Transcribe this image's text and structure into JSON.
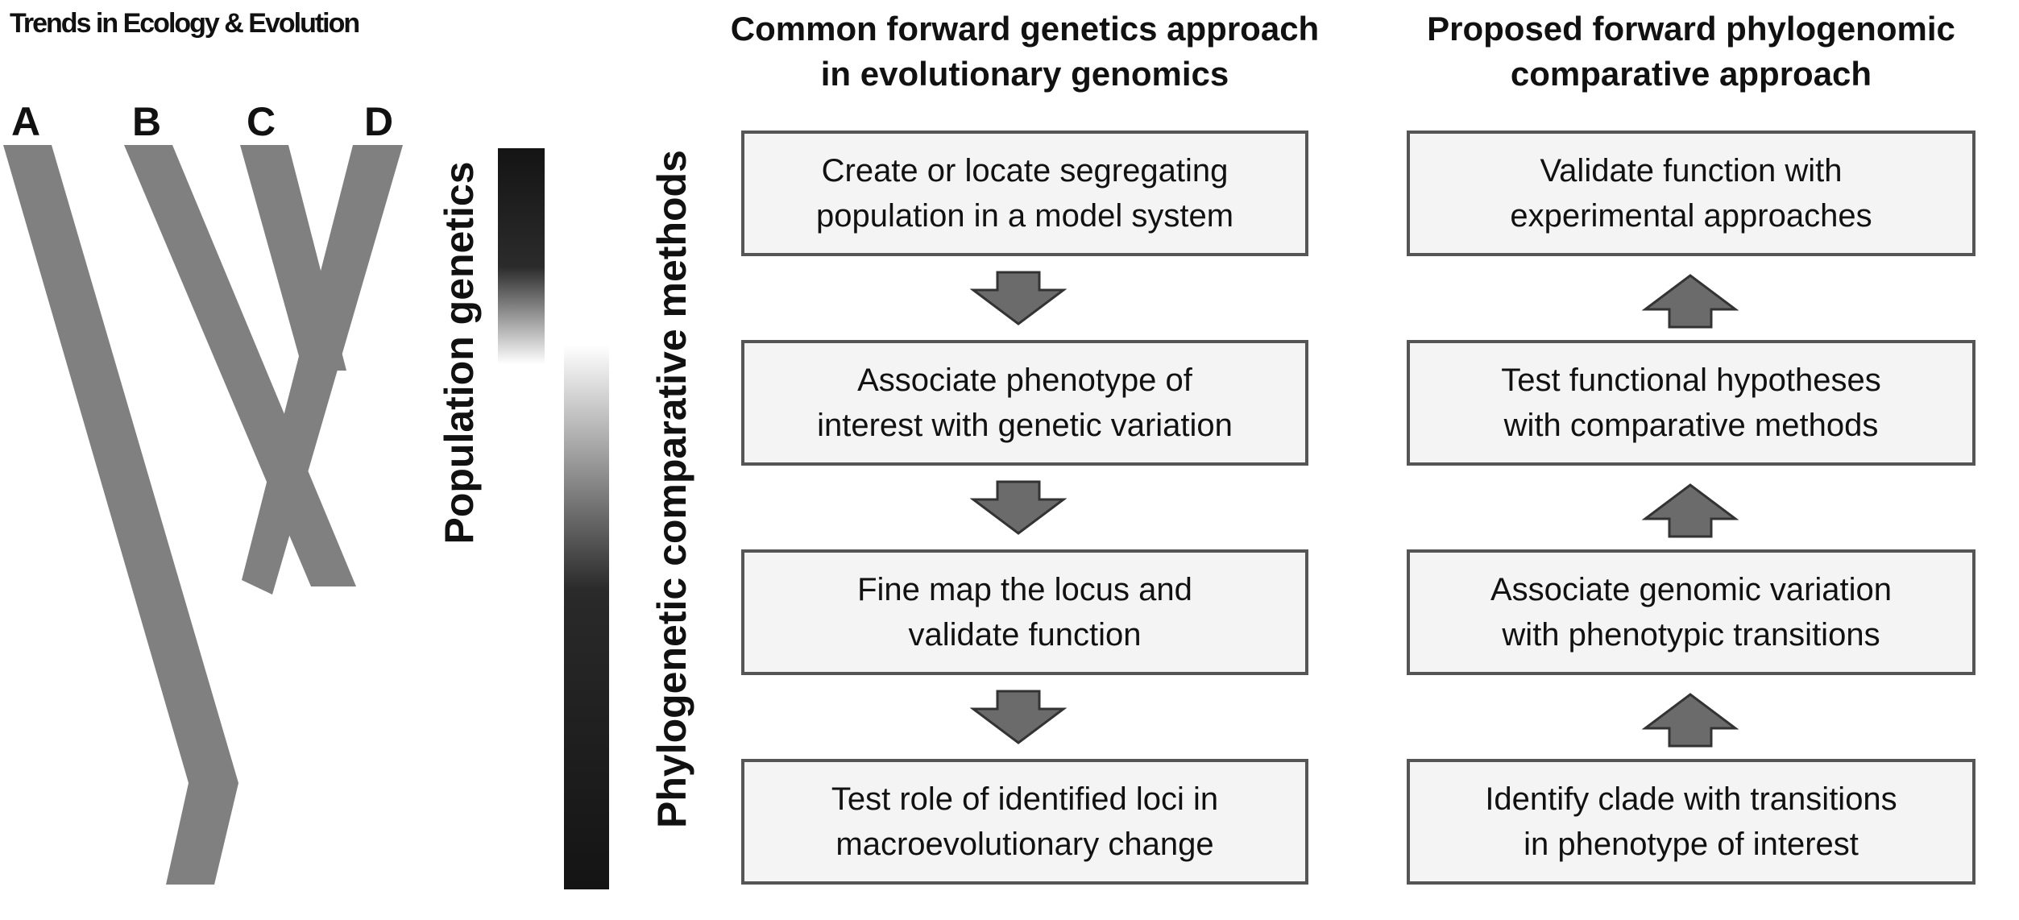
{
  "journal": "Trends in Ecology & Evolution",
  "tree": {
    "tips": [
      "A",
      "B",
      "C",
      "D"
    ],
    "branch_color": "#808080"
  },
  "bars": {
    "population_genetics": "Population genetics",
    "phylogenetic_comparative": "Phylogenetic comparative methods"
  },
  "left_column": {
    "title_line1": "Common forward genetics approach",
    "title_line2": "in evolutionary genomics",
    "steps": [
      {
        "line1": "Create or locate segregating",
        "line2": "population in a model system"
      },
      {
        "line1": "Associate phenotype of",
        "line2": "interest with genetic variation"
      },
      {
        "line1": "Fine map the locus and",
        "line2": "validate function"
      },
      {
        "line1": "Test role of identified loci in",
        "line2": "macroevolutionary change"
      }
    ],
    "arrow_direction": "down"
  },
  "right_column": {
    "title_line1": "Proposed forward phylogenomic",
    "title_line2": "comparative approach",
    "steps": [
      {
        "line1": "Validate function with",
        "line2": "experimental approaches"
      },
      {
        "line1": "Test functional hypotheses",
        "line2": "with comparative methods"
      },
      {
        "line1": "Associate genomic variation",
        "line2": "with phenotypic transitions"
      },
      {
        "line1": "Identify clade with transitions",
        "line2": "in phenotype of interest"
      }
    ],
    "arrow_direction": "up"
  },
  "colors": {
    "box_fill": "#f4f4f4",
    "box_border": "#555555",
    "arrow_fill": "#6b6b6b",
    "bar_dark": "#1a1a1a"
  }
}
